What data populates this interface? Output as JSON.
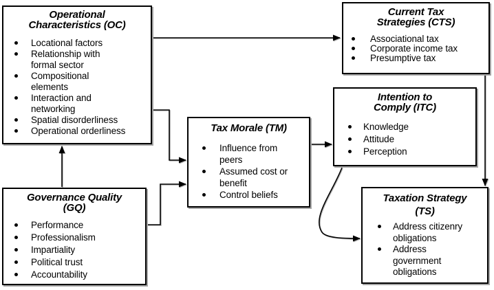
{
  "diagram": {
    "boxes": {
      "oc": {
        "title_lines": [
          "Operational",
          "Characteristics (OC)"
        ],
        "items": [
          {
            "lines": [
              "Locational factors"
            ]
          },
          {
            "lines": [
              "Relationship with",
              "formal sector"
            ]
          },
          {
            "lines": [
              "Compositional",
              "elements"
            ]
          },
          {
            "lines": [
              "Interaction and",
              "networking"
            ]
          },
          {
            "lines": [
              "Spatial disorderliness"
            ]
          },
          {
            "lines": [
              "Operational orderliness"
            ]
          }
        ]
      },
      "cts": {
        "title_lines": [
          "Current Tax",
          "Strategies (CTS)"
        ],
        "items": [
          {
            "lines": [
              "Associational tax"
            ]
          },
          {
            "lines": [
              "Corporate income tax"
            ]
          },
          {
            "lines": [
              "Presumptive tax"
            ]
          }
        ]
      },
      "itc": {
        "title_lines": [
          "Intention to",
          "Comply (ITC)"
        ],
        "items": [
          {
            "lines": [
              "Knowledge"
            ]
          },
          {
            "lines": [
              "Attitude"
            ]
          },
          {
            "lines": [
              "Perception"
            ]
          }
        ]
      },
      "tm": {
        "title_lines": [
          "Tax Morale (TM)"
        ],
        "items": [
          {
            "lines": [
              "Influence from",
              "peers"
            ]
          },
          {
            "lines": [
              "Assumed cost or",
              "benefit"
            ]
          },
          {
            "lines": [
              "Control beliefs"
            ]
          }
        ]
      },
      "gq": {
        "title_lines": [
          "Governance Quality",
          "(GQ)"
        ],
        "items": [
          {
            "lines": [
              "Performance"
            ]
          },
          {
            "lines": [
              "Professionalism"
            ]
          },
          {
            "lines": [
              "Impartiality"
            ]
          },
          {
            "lines": [
              "Political trust"
            ]
          },
          {
            "lines": [
              "Accountability"
            ]
          }
        ]
      },
      "ts": {
        "title_lines": [
          "Taxation Strategy",
          "(TS)"
        ],
        "items": [
          {
            "lines": [
              "Address citizenry",
              "obligations"
            ]
          },
          {
            "lines": [
              "Address",
              "government",
              "obligations"
            ]
          }
        ]
      }
    },
    "colors": {
      "border": "#000000",
      "text": "#000000",
      "shadow": "#a6a6a6",
      "background": "#ffffff"
    }
  }
}
